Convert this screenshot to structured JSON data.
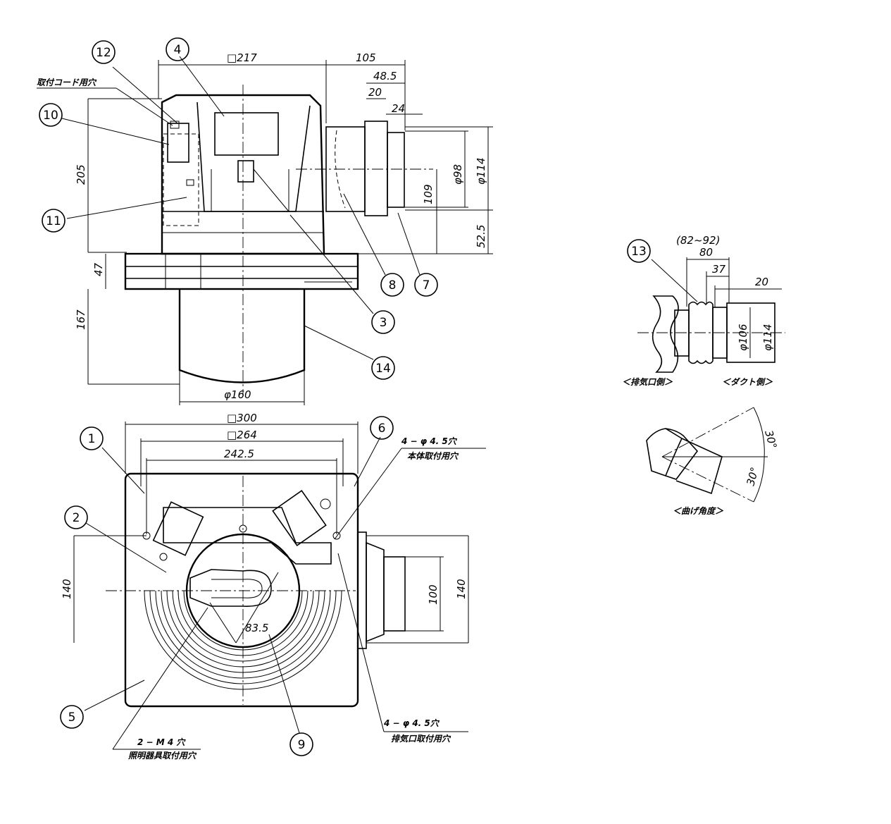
{
  "bubbles": [
    "1",
    "2",
    "3",
    "4",
    "5",
    "6",
    "7",
    "8",
    "9",
    "10",
    "11",
    "12",
    "13",
    "14"
  ],
  "dimensions": {
    "top_width": "□217",
    "outlet_len": "105",
    "outlet_48": "48.5",
    "outlet_20": "20",
    "outlet_24": "24",
    "height_205": "205",
    "dia_98": "φ98",
    "dia_114": "φ114",
    "h_109": "109",
    "h_52": "52.5",
    "h_47": "47",
    "h_167": "167",
    "dia_160": "φ160",
    "plate_300": "□300",
    "plate_264": "□264",
    "holes_242": "242.5",
    "left_140": "140",
    "right_100": "100",
    "right_140": "140",
    "inner_83": "83.5",
    "joint_range": "(82~92)",
    "joint_80": "80",
    "joint_37": "37",
    "joint_20": "20",
    "joint_106": "φ106",
    "joint_114": "φ114",
    "angle_a": "30°",
    "angle_b": "30°"
  },
  "notes": {
    "cord_hole": "取付コード用穴",
    "body_holes_a": "4 − φ 4. 5穴",
    "body_holes_b": "本体取付用穴",
    "exhaust_holes_a": "4 − φ 4. 5穴",
    "exhaust_holes_b": "排気口取付用穴",
    "m4_holes_a": "2 − M 4 穴",
    "m4_holes_b": "照明器具取付用穴",
    "exhaust_side": "＜排気口側＞",
    "duct_side": "＜ダクト側＞",
    "bend_angle": "＜曲げ角度＞"
  }
}
